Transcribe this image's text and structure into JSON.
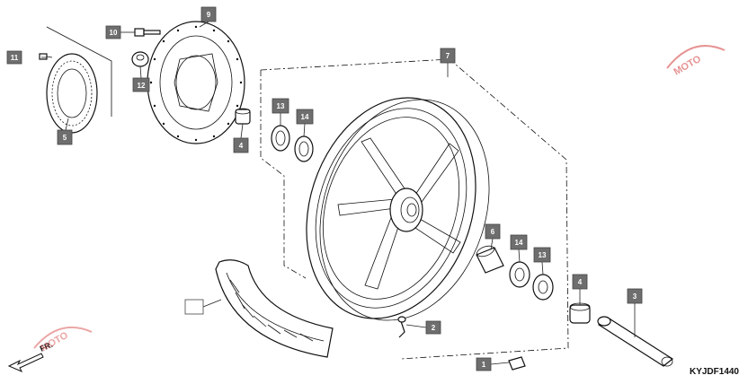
{
  "diagram_code": "KYJDF1440",
  "direction_label": "FR.",
  "watermark_text": "MOTO",
  "callouts": {
    "c1": "1",
    "c2": "2",
    "c3": "3",
    "c4a": "4",
    "c4b": "4",
    "c5": "5",
    "c6": "6",
    "c7": "7",
    "c9": "9",
    "c10": "10",
    "c11": "11",
    "c12": "12",
    "c13a": "13",
    "c13b": "13",
    "c14a": "14",
    "c14b": "14"
  },
  "colors": {
    "callout_fill": "#6e6e6e",
    "line": "#111111",
    "watermark": "#d33b3b"
  }
}
